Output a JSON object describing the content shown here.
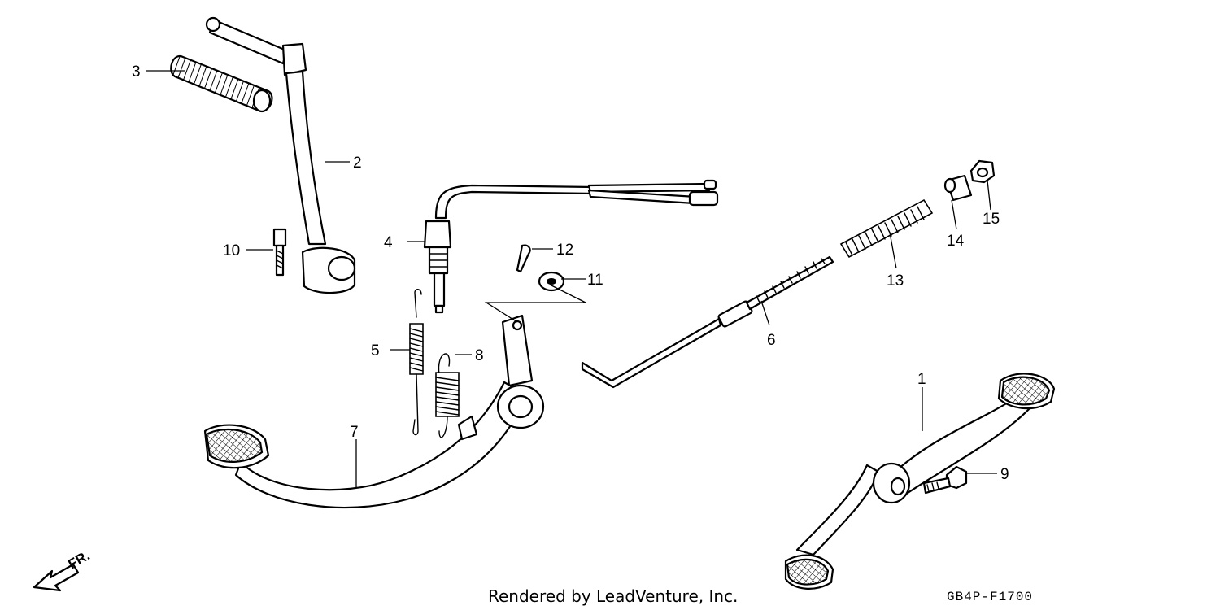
{
  "diagram": {
    "callouts": [
      "1",
      "2",
      "3",
      "4",
      "5",
      "6",
      "7",
      "8",
      "9",
      "10",
      "11",
      "12",
      "13",
      "14",
      "15"
    ],
    "footer_caption": "Rendered by LeadVenture, Inc.",
    "diagram_code": "GB4P-F1700",
    "direction_marker": "FR."
  }
}
